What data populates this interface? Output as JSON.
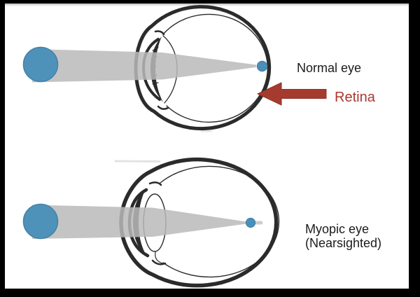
{
  "panels": [
    {
      "id": "normal-eye",
      "label": "Normal eye",
      "annotation": "Retina"
    },
    {
      "id": "myopic-eye",
      "label_line1": "Myopic eye",
      "label_line2": "(Nearsighted)"
    }
  ],
  "colors": {
    "frame_black": "#000000",
    "canvas_white": "#ffffff",
    "object_blue": "#4e92b9",
    "focal_point_blue": "#4a8fb8",
    "beam_gray": "#bbbaba",
    "beam_tail_gray": "#c9c8c8",
    "outline_ink": "#2b2b2b",
    "faint_streak_gray": "#d8d8d8",
    "arrow_red": "#a53b2e",
    "retina_text_red": "#ad382c",
    "label_black": "#1b1b1b"
  }
}
